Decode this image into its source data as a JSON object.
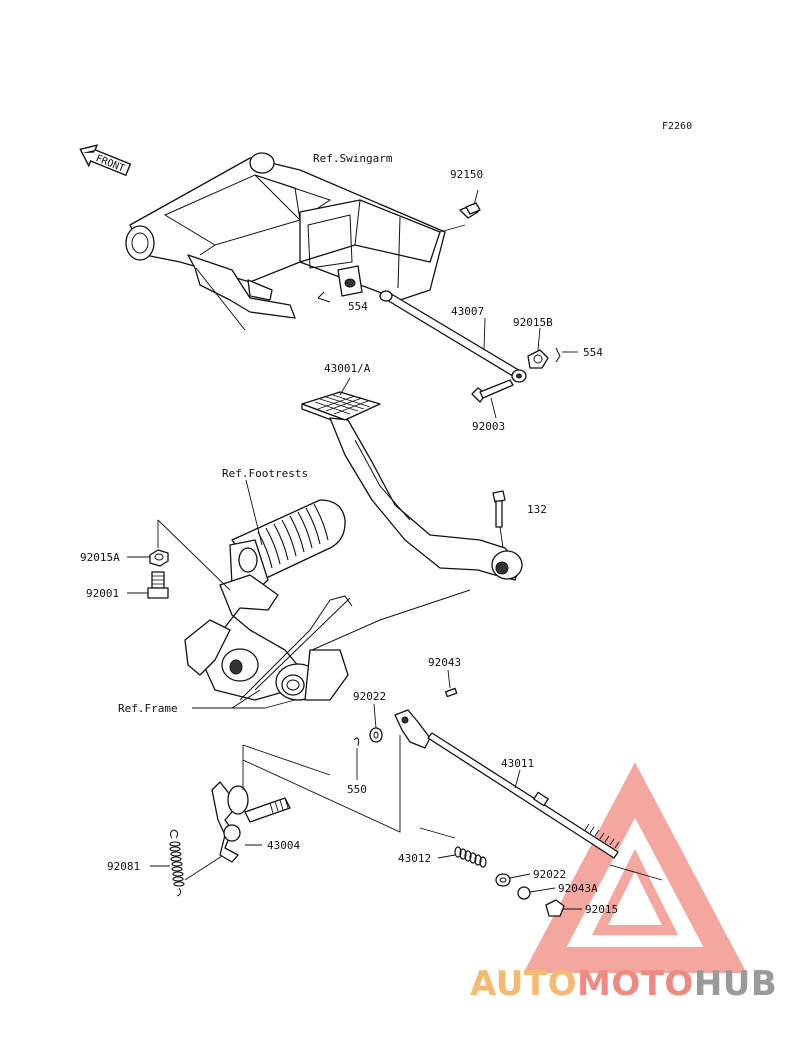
{
  "diagram": {
    "code": "F2260",
    "front_label": "FRONT",
    "refs": {
      "swingarm": "Ref.Swingarm",
      "footrests": "Ref.Footrests",
      "frame": "Ref.Frame"
    },
    "parts": {
      "p92150": "92150",
      "p554a": "554",
      "p43007": "43007",
      "p92015B": "92015B",
      "p554b": "554",
      "p43001A": "43001/A",
      "p92003": "92003",
      "p132": "132",
      "p92015A": "92015A",
      "p92001": "92001",
      "p92043": "92043",
      "p92022a": "92022",
      "p43011": "43011",
      "p550": "550",
      "p43004": "43004",
      "p92081": "92081",
      "p43012": "43012",
      "p92022b": "92022",
      "p92043A": "92043A",
      "p92015": "92015"
    }
  },
  "watermark": {
    "part1": "AUTO",
    "part2": "MOTO",
    "part3": "HUB",
    "colors": {
      "auto": "#f5b971",
      "moto": "#ee8a82",
      "hub": "#9a9a9a",
      "triangle": "#f08a80"
    }
  }
}
